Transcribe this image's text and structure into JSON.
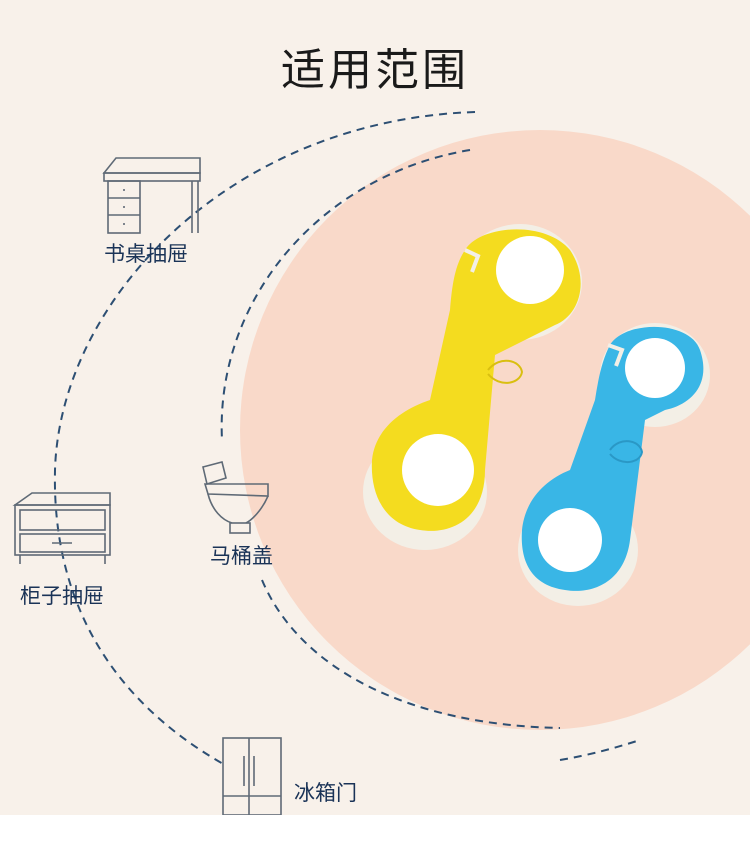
{
  "header": {
    "title": "适用范围"
  },
  "scenarios": [
    {
      "id": "desk",
      "label": "书桌抽屉",
      "icon": "desk-icon"
    },
    {
      "id": "toilet",
      "label": "马桶盖",
      "icon": "toilet-icon"
    },
    {
      "id": "cabinet",
      "label": "柜子抽屉",
      "icon": "cabinet-icon"
    },
    {
      "id": "fridge",
      "label": "冰箱门",
      "icon": "fridge-icon"
    }
  ],
  "products": [
    {
      "name": "yellow-lock",
      "color": "#f7e21b"
    },
    {
      "name": "blue-lock",
      "color": "#35b6e8"
    }
  ],
  "colors": {
    "background": "#f8f1ea",
    "accent_circle": "#f9d9c9",
    "dashed_line": "#2d4f73",
    "icon_stroke": "#5f6a76",
    "label_text": "#1a3357"
  }
}
